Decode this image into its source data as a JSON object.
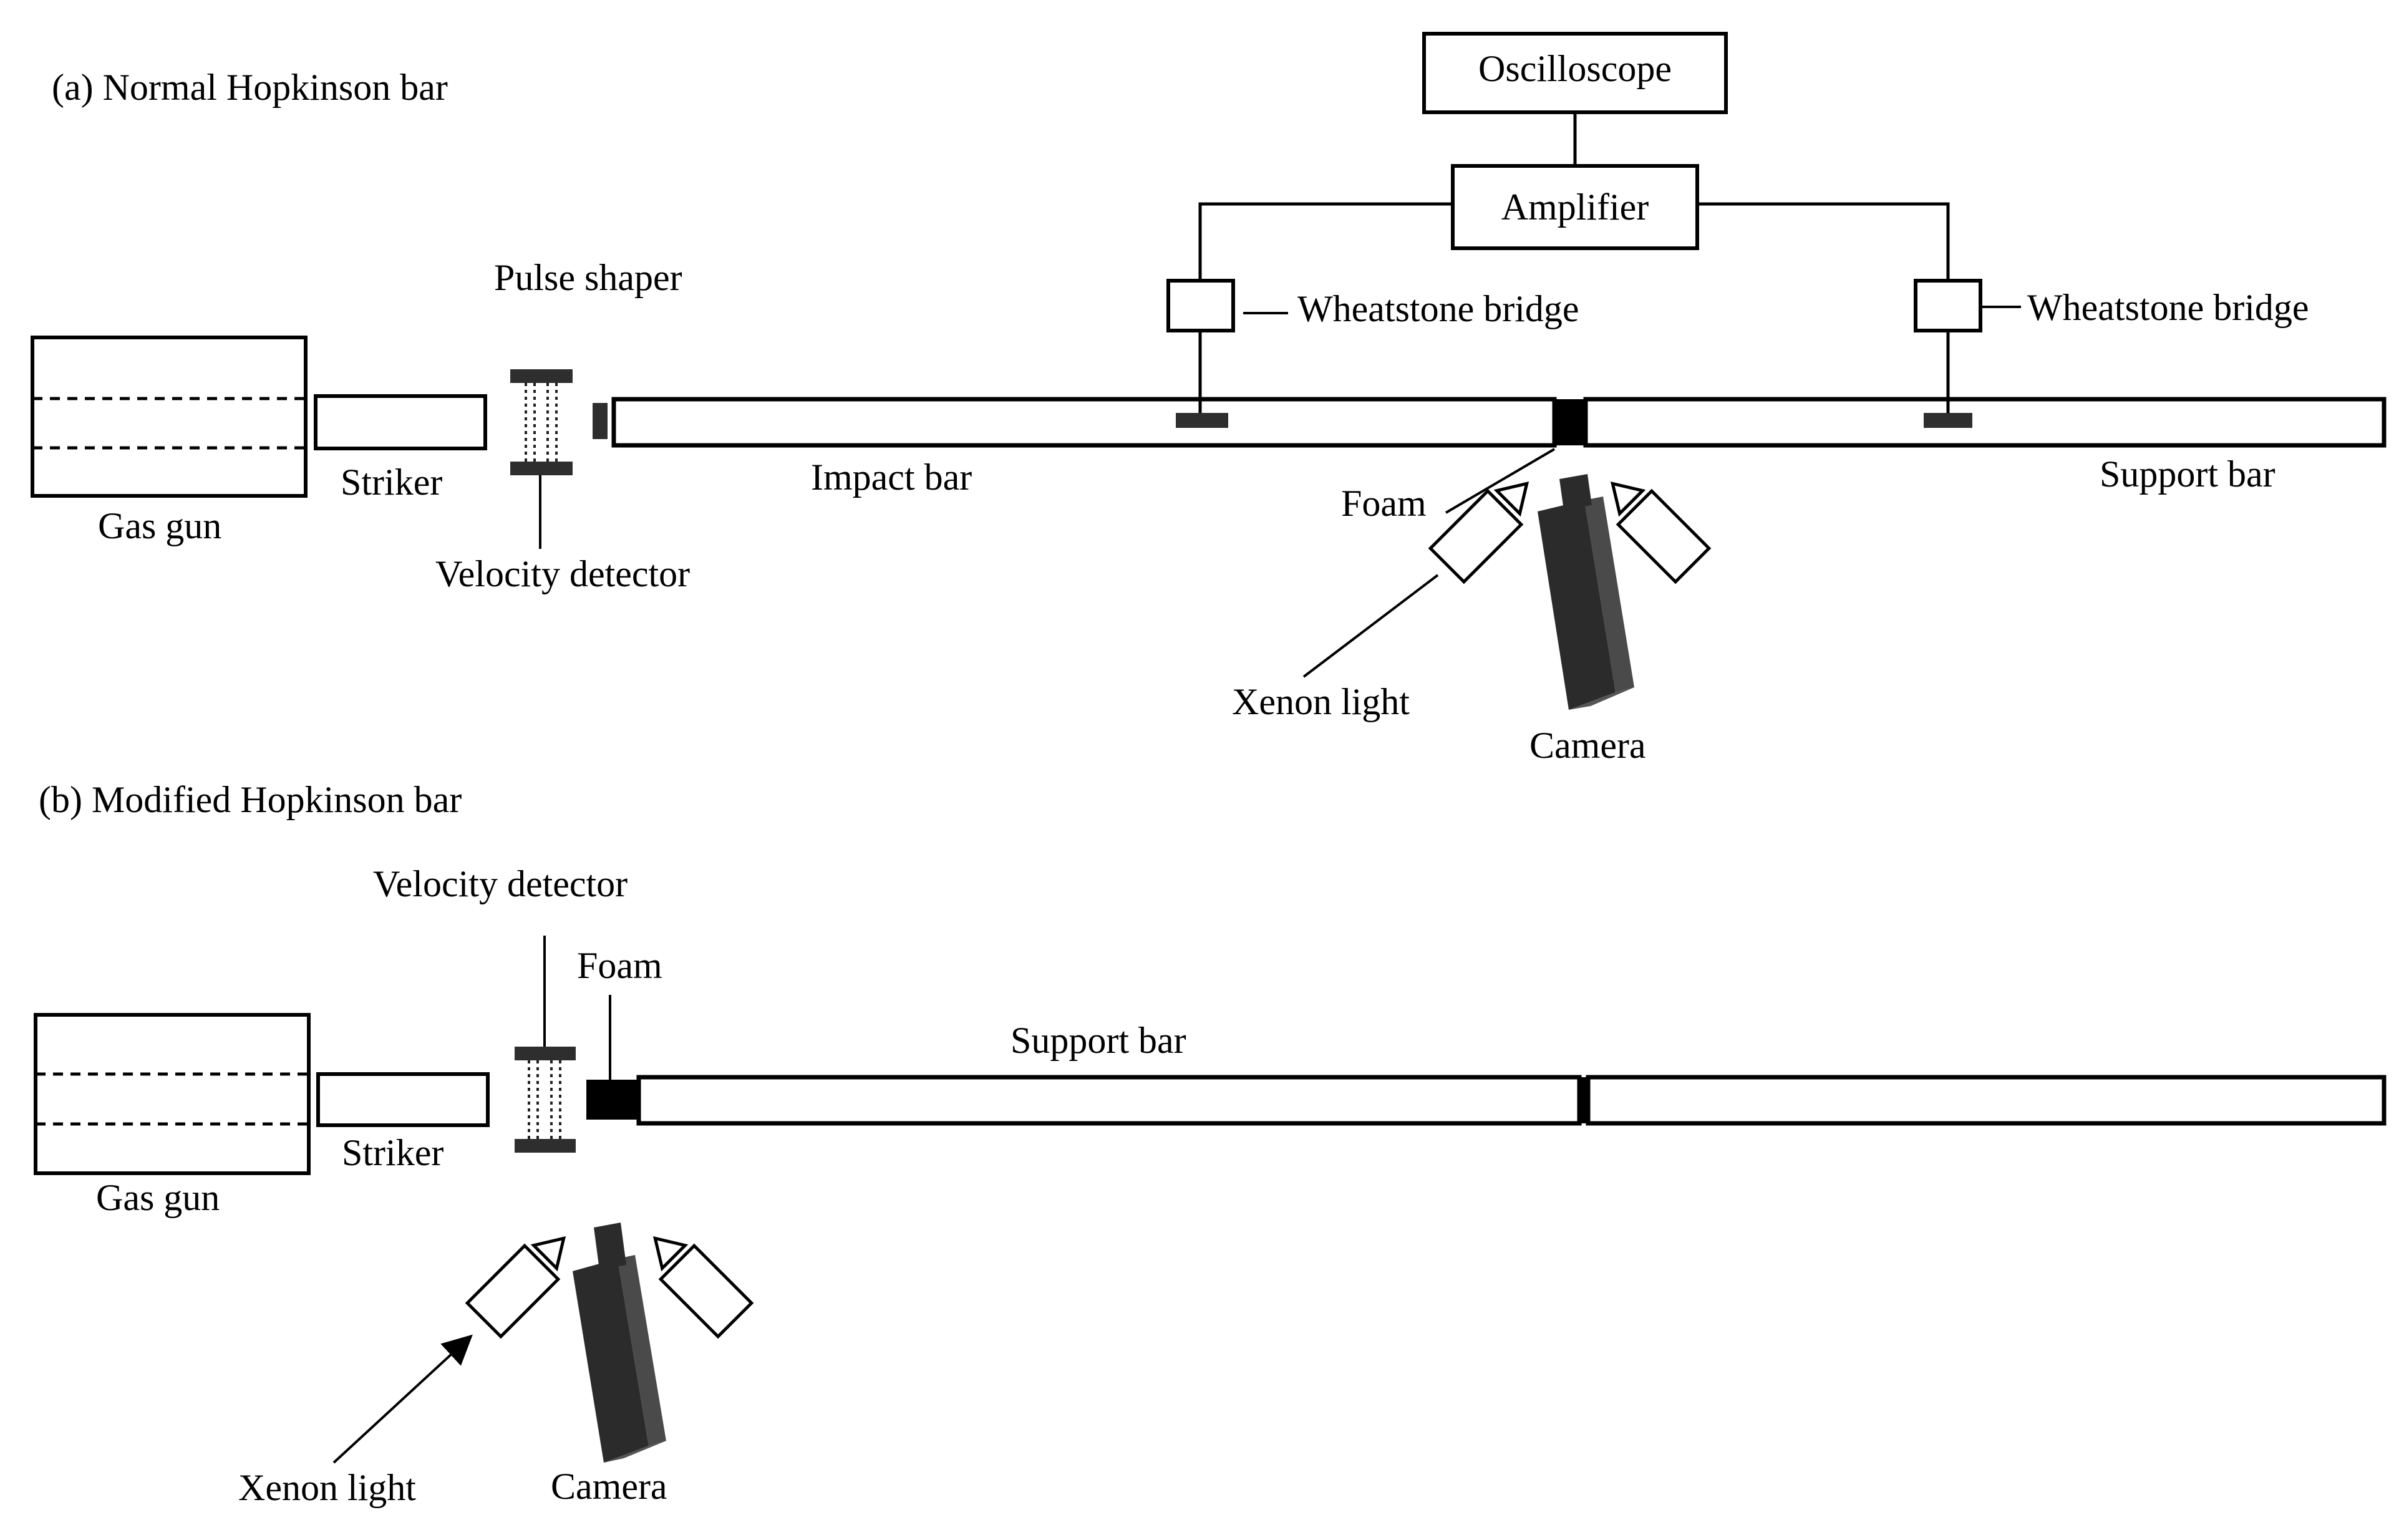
{
  "panel_a": {
    "title": "(a) Normal Hopkinson bar",
    "labels": {
      "gas_gun": "Gas gun",
      "striker": "Striker",
      "pulse_shaper": "Pulse shaper",
      "velocity_detector": "Velocity detector",
      "impact_bar": "Impact bar",
      "support_bar": "Support bar",
      "foam": "Foam",
      "oscilloscope": "Oscilloscope",
      "amplifier": "Amplifier",
      "wheatstone_left": "Wheatstone bridge",
      "wheatstone_right": "Wheatstone bridge",
      "xenon_light": "Xenon light",
      "camera": "Camera"
    }
  },
  "panel_b": {
    "title": "(b) Modified Hopkinson bar",
    "labels": {
      "gas_gun": "Gas gun",
      "striker": "Striker",
      "velocity_detector": "Velocity detector",
      "foam": "Foam",
      "support_bar": "Support bar",
      "xenon_light": "Xenon light",
      "camera": "Camera"
    }
  }
}
